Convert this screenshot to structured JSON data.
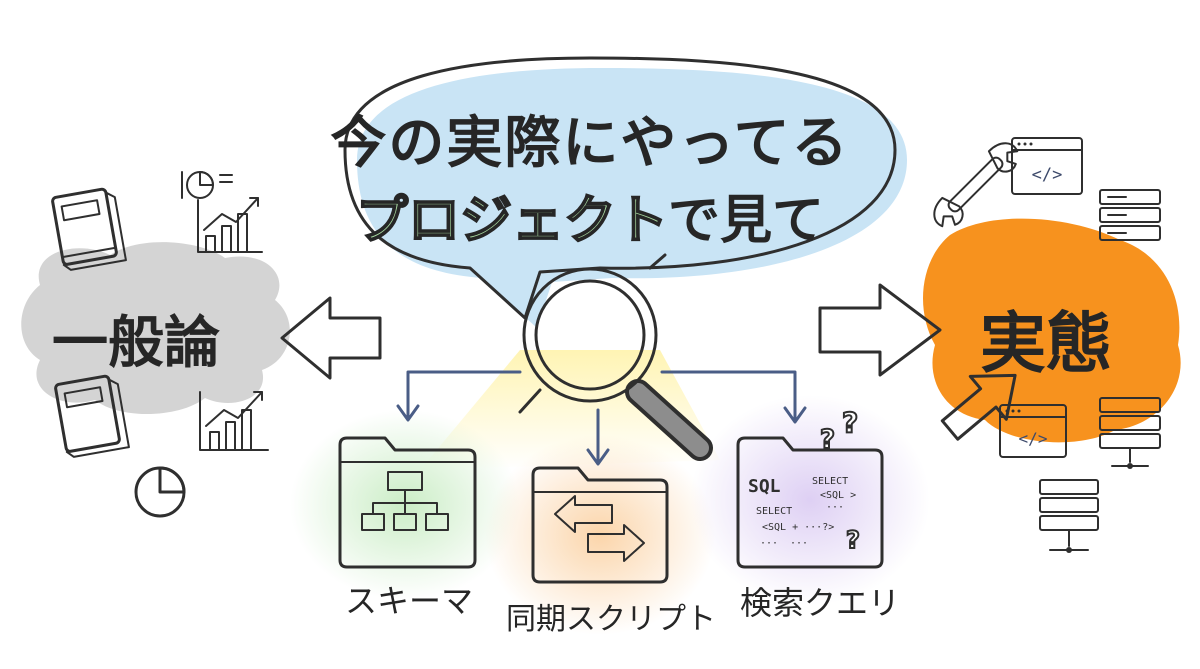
{
  "speech_bubble": {
    "line1": "今の実際にやってる",
    "line2_highlight": "プロジェクト",
    "line2_rest": "で見て"
  },
  "left_node": {
    "label": "一般論"
  },
  "right_node": {
    "label": "実態"
  },
  "folders": [
    {
      "label": "スキーマ"
    },
    {
      "label": "同期スクリプト"
    },
    {
      "label": "検索クエリ"
    }
  ],
  "sql_folder": {
    "badge": "SQL",
    "lines": [
      "SELECT",
      "<SQL >",
      "SELECT",
      "<SQL + ···?>",
      "···",
      "···",
      "···"
    ],
    "question_mark": "?"
  },
  "colors": {
    "accent_orange": "#f7921e",
    "highlight_green": "#a8d8a0",
    "bubble_blue": "#c9e4f5",
    "folder_yellow": "#f7dd9c",
    "cloud_gray": "#d4d4d4",
    "code_icon": "</>"
  },
  "icons": [
    "book-icon",
    "pie-chart-icon",
    "bar-chart-icon",
    "magnifying-glass-icon",
    "wrench-icon",
    "code-window-icon",
    "server-icon",
    "hierarchy-icon",
    "swap-arrows-icon",
    "question-mark-icon"
  ]
}
